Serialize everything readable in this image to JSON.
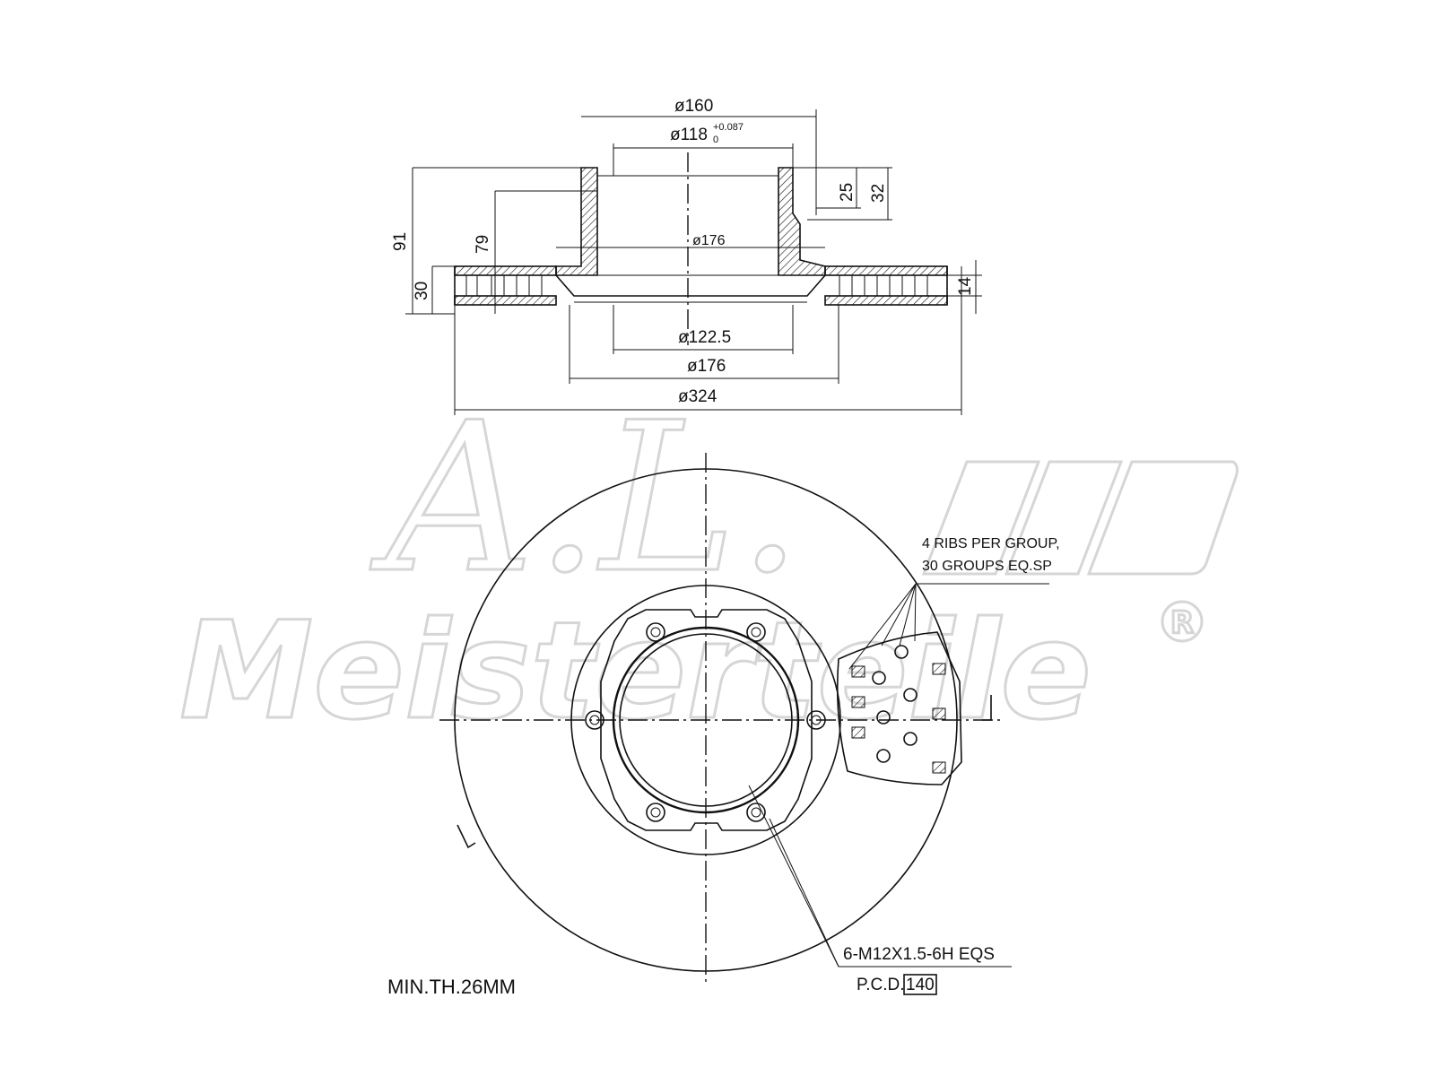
{
  "watermark": {
    "brand_script": "A.L.",
    "brand_name": "Meisterteile",
    "registered": "R",
    "color": "#d9d9d9"
  },
  "side_view": {
    "dims": {
      "d160": "ø160",
      "d118": "ø118",
      "d118_tol_upper": "+0.087",
      "d118_tol_lower": "0",
      "d176_top": "ø176",
      "d122_5": "ø122.5",
      "d176_bottom": "ø176",
      "d324": "ø324",
      "h91": "91",
      "h79": "79",
      "h30": "30",
      "h25": "25",
      "h32": "32",
      "h14": "14"
    }
  },
  "front_view": {
    "ribs_note_line1": "4 RIBS PER GROUP,",
    "ribs_note_line2": "30 GROUPS EQ.SP",
    "thread_note": "6-M12X1.5-6H EQS",
    "pcd_label": "P.C.D.",
    "pcd_value": "140",
    "min_thickness": "MIN.TH.26MM"
  }
}
